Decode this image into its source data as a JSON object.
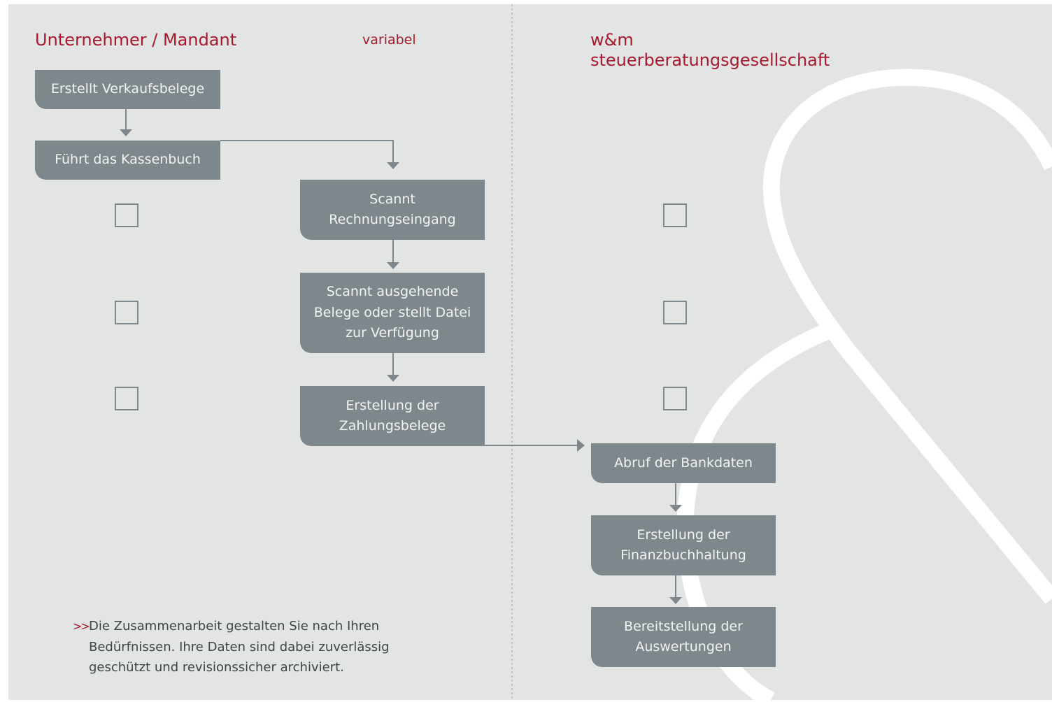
{
  "headers": {
    "client": "Unternehmer / Mandant",
    "variable": "variabel",
    "firm": "w&m\nsteuerberatungsgesellschaft"
  },
  "steps": {
    "verkaufsbelege": "Erstellt Verkaufsbelege",
    "kassenbuch": "Führt das Kassenbuch",
    "rechnungseingang": "Scannt\nRechnungseingang",
    "ausgehende_belege": "Scannt ausgehende\nBelege oder stellt Datei\nzur Verfügung",
    "zahlungsbelege": "Erstellung der\nZahlungsbelege",
    "bankdaten": "Abruf der Bankdaten",
    "finanzbuchhaltung": "Erstellung der\nFinanzbuchhaltung",
    "auswertungen": "Bereitstellung der\nAuswertungen"
  },
  "note": {
    "marker": ">>",
    "text": "Die Zusammenarbeit gestalten Sie nach Ihren\nBedürfnissen. Ihre Daten sind dabei zuverlässig\ngeschützt und revisionssicher archiviert."
  },
  "colors": {
    "background": "#e3e5e5",
    "box": "#7e878b",
    "accent": "#a8192e",
    "ampersand": "#ffffff"
  }
}
